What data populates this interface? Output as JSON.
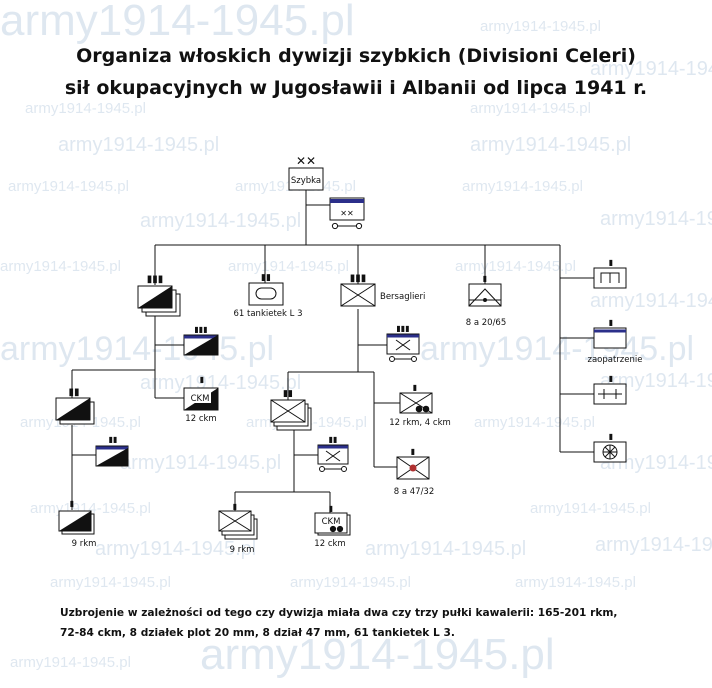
{
  "title": {
    "line1": "Organiza włoskich dywizji szybkich (Divisioni Celeri)",
    "line2": "sił okupacyjnych w Jugosławii i Albanii od lipca 1941 r."
  },
  "watermark": "army1914-1945.pl",
  "units": {
    "division": "Szybka",
    "tankettes": "61 tankietek L 3",
    "bersaglieri": "Bersaglieri",
    "artillery_aa": "8 a 20/65",
    "supply": "zaopatrzenie",
    "cav_mg": "12 ckm",
    "cav_mg_symbol": "CKM",
    "cav_rifles": "9 rkm",
    "bers_mg_company": "12 rkm, 4 ckm",
    "bers_at": "8 a 47/32",
    "bers_rifles": "9 rkm",
    "bers_mg": "12 ckm",
    "bers_mg_symbol": "CKM"
  },
  "footer": {
    "line1": "Uzbrojenie w zależności od tego czy dywizja miała dwa czy trzy pułki kawalerii: 165-201 rkm,",
    "line2": "72-84 ckm, 8 działek plot 20 mm, 8 dział 47 mm, 61 tankietek L 3."
  },
  "colors": {
    "line": "#111111",
    "hq_bar": "#2b2f8a",
    "at_dot": "#b03030",
    "watermark": "#3a6ea5"
  }
}
